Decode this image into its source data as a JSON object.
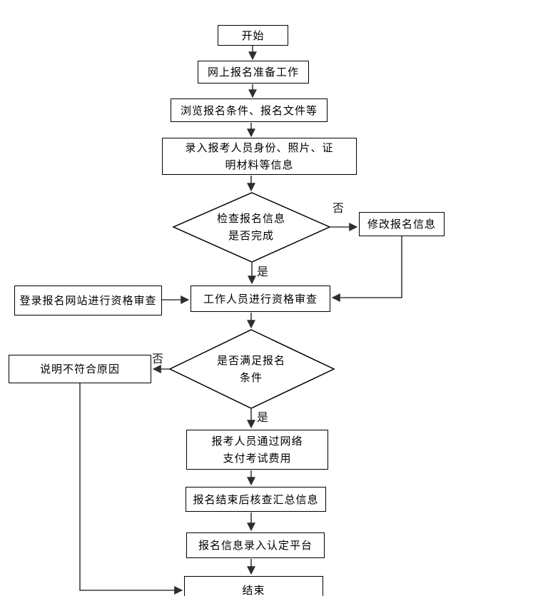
{
  "diagram": {
    "colors": {
      "background": "#ffffff",
      "box_border": "#000000",
      "connector": "#3d3d3d",
      "text": "#000000"
    },
    "nodes": {
      "start": {
        "type": "terminator",
        "label": "开始"
      },
      "prep": {
        "type": "process",
        "label": "网上报名准备工作"
      },
      "browse": {
        "type": "process",
        "label": "浏览报名条件、报名文件等"
      },
      "input": {
        "type": "process",
        "label": "录入报考人员身份、照片、证\n明材料等信息"
      },
      "check": {
        "type": "decision",
        "label": "检查报名信息\n是否完成"
      },
      "modify": {
        "type": "process",
        "label": "修改报名信息"
      },
      "login": {
        "type": "process",
        "label": "登录报名网站进行资格审查"
      },
      "staff": {
        "type": "process",
        "label": "工作人员进行资格审查"
      },
      "meet": {
        "type": "decision",
        "label": "是否满足报名\n条件"
      },
      "reason": {
        "type": "process",
        "label": "说明不符合原因"
      },
      "pay": {
        "type": "process",
        "label": "报考人员通过网络\n支付考试费用"
      },
      "verify": {
        "type": "process",
        "label": "报名结束后核查汇总信息"
      },
      "platform": {
        "type": "process",
        "label": "报名信息录入认定平台"
      },
      "end": {
        "type": "terminator",
        "label": "结束"
      }
    },
    "branch_labels": {
      "yes": "是",
      "no": "否"
    }
  }
}
